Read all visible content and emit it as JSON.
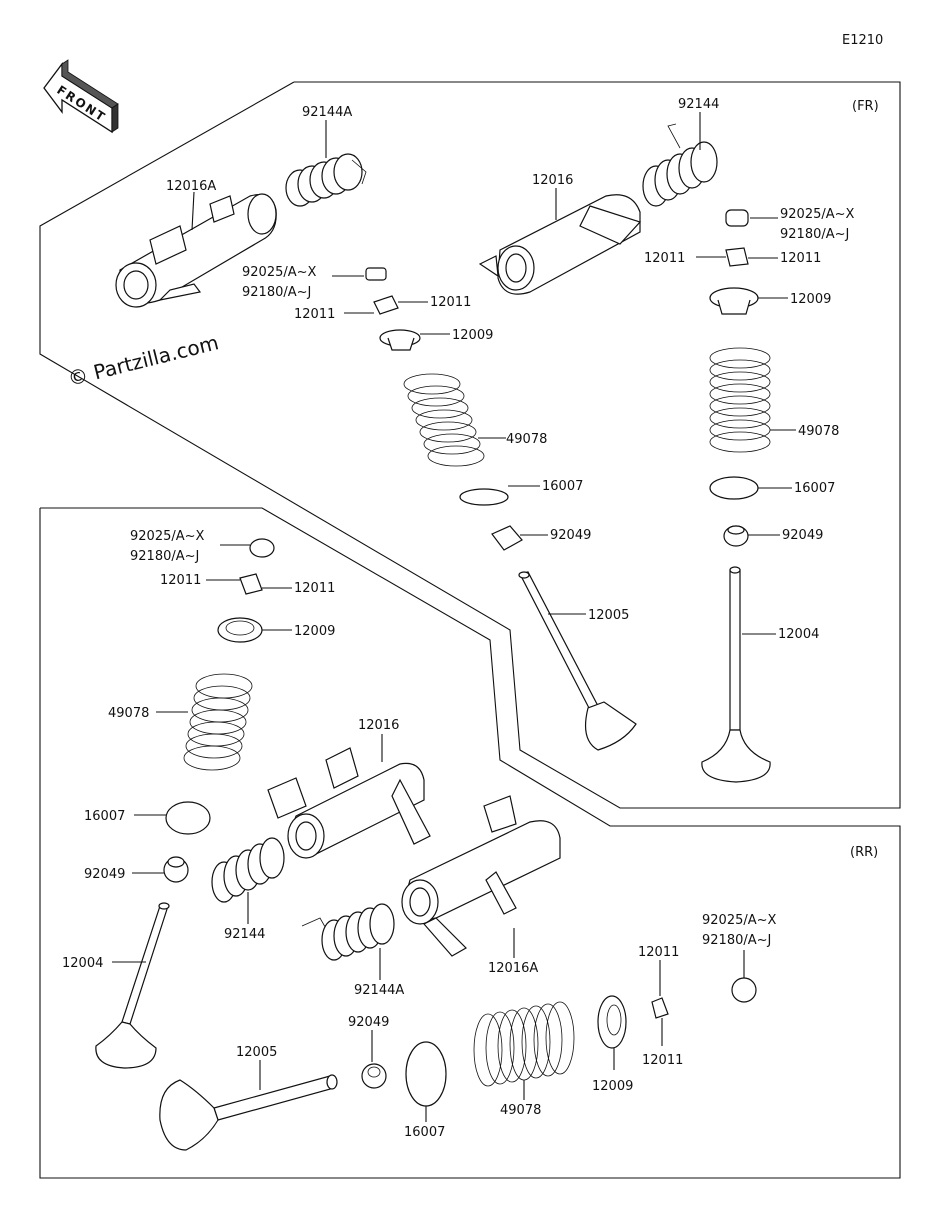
{
  "diagram_code": "E1210",
  "watermark": "© Partzilla.com",
  "front_label": "FRONT",
  "sections": {
    "front": "(FR)",
    "rear": "(RR)"
  },
  "labels": {
    "fr_92144A": "92144A",
    "fr_12016A": "12016A",
    "fr_92025_left": "92025/A~X",
    "fr_92180_left": "92180/A~J",
    "fr_12011_left_a": "12011",
    "fr_12011_left_b": "12011",
    "fr_12009_left": "12009",
    "fr_49078_left": "49078",
    "fr_16007_left": "16007",
    "fr_92049_left": "92049",
    "fr_12005": "12005",
    "fr_92144": "92144",
    "fr_12016": "12016",
    "fr_92025_right": "92025/A~X",
    "fr_92180_right": "92180/A~J",
    "fr_12011_right_a": "12011",
    "fr_12011_right_b": "12011",
    "fr_12009_right": "12009",
    "fr_49078_right": "49078",
    "fr_16007_right": "16007",
    "fr_92049_right": "92049",
    "fr_12004": "12004",
    "rr_92025": "92025/A~X",
    "rr_92180": "92180/A~J",
    "rr_12011_a": "12011",
    "rr_12011_b": "12011",
    "rr_12009": "12009",
    "rr_49078": "49078",
    "rr_12016": "12016",
    "rr_16007": "16007",
    "rr_92049": "92049",
    "rr_92144": "92144",
    "rr_12004": "12004",
    "rr_92144A": "92144A",
    "rr_12016A": "12016A",
    "rr_12005": "12005",
    "rr_92049_b": "92049",
    "rr_16007_b": "16007",
    "rr_49078_b": "49078",
    "rr_12009_b": "12009",
    "rr_12011_c": "12011",
    "rr_12011_d": "12011",
    "rr_92025_b": "92025/A~X",
    "rr_92180_b": "92180/A~J"
  }
}
